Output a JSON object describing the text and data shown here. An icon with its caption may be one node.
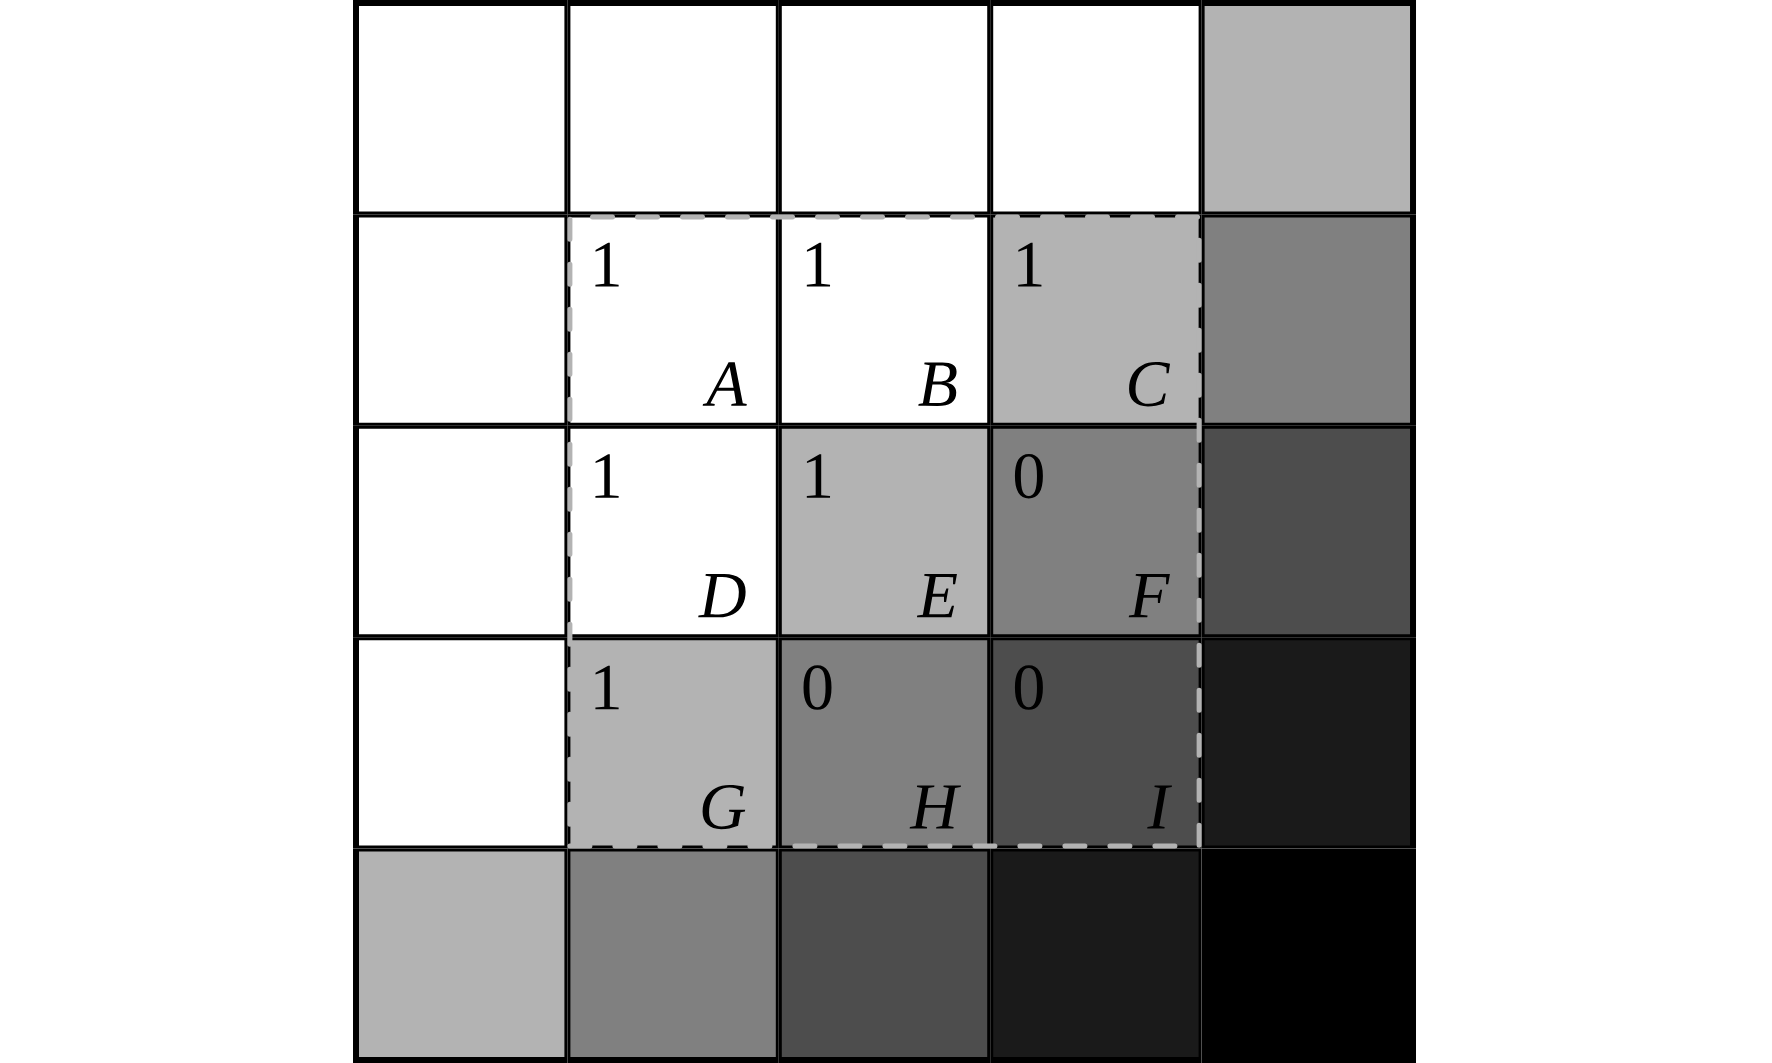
{
  "diagram": {
    "nodes": [
      {
        "text": [],
        "shape": "box"
      },
      {
        "text": [],
        "shape": "box"
      },
      {
        "text": [],
        "shape": "box"
      },
      {
        "text": [],
        "shape": "box"
      },
      {
        "text": [],
        "shape": "box"
      },
      {
        "text": [],
        "shape": "box"
      },
      {
        "text": [],
        "shape": "box"
      },
      {
        "text": [
          "1",
          "A"
        ],
        "in": 6
      },
      {
        "text": [
          "1",
          "B"
        ],
        "in": 6
      },
      {
        "text": [
          "1",
          "C"
        ],
        "in": 6
      },
      {
        "text": [],
        "shape": "box"
      },
      {
        "text": [],
        "shape": "box"
      },
      {
        "text": [
          "1",
          "D"
        ],
        "in": 6
      },
      {
        "text": [
          "1",
          "E"
        ],
        "in": 6
      },
      {
        "text": [
          "0",
          "F"
        ],
        "in": 6
      },
      {
        "text": [],
        "shape": "box"
      },
      {
        "text": [],
        "shape": "box"
      },
      {
        "text": [
          "1",
          "G"
        ],
        "in": 6
      },
      {
        "text": [
          "0",
          "H"
        ],
        "in": 6
      },
      {
        "text": [
          "0",
          "I"
        ],
        "in": 6
      },
      {
        "text": [],
        "shape": "box"
      },
      {
        "text": [],
        "shape": "box"
      },
      {
        "text": [],
        "shape": "box"
      },
      {
        "text": [],
        "shape": "box"
      },
      {
        "text": [],
        "shape": "box"
      },
      {
        "text": [],
        "shape": "box"
      }
    ]
  }
}
